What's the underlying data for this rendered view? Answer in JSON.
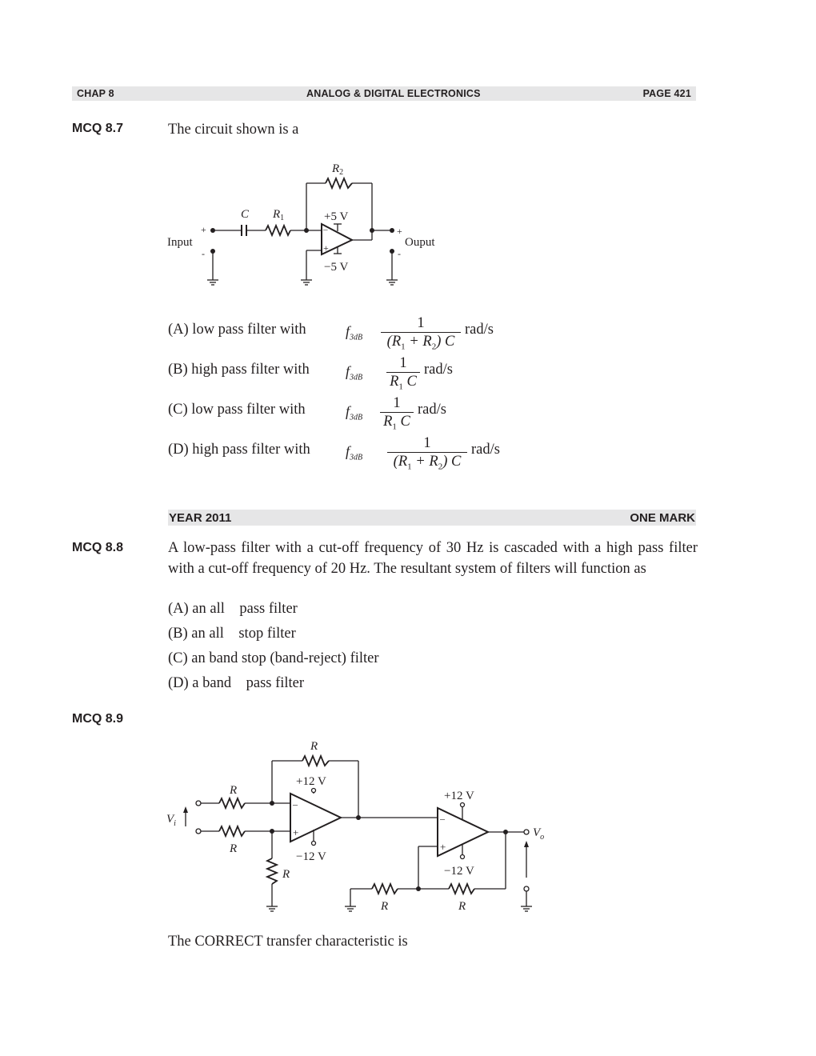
{
  "header": {
    "chapter": "CHAP 8",
    "title": "ANALOG & DIGITAL ELECTRONICS",
    "page": "PAGE 421"
  },
  "mcq_8_7": {
    "label": "MCQ 8.7",
    "question": "The circuit shown is a",
    "circuit": {
      "r2_label": "R2",
      "c_label": "C",
      "r1_label": "R1",
      "vpos": "+5 V",
      "vneg": "−5 V",
      "input_label": "Input",
      "output_label": "Ouput",
      "plus": "+",
      "minus": "-"
    },
    "options": [
      {
        "prefix": "(A) low pass filter with",
        "f": "f",
        "fsub": "3dB",
        "num": "1",
        "den": "(R1 + R2) C",
        "unit": "rad/s"
      },
      {
        "prefix": "(B) high pass filter with",
        "f": "f",
        "fsub": "3dB",
        "num": "1",
        "den": "R1 C",
        "unit": "rad/s"
      },
      {
        "prefix": "(C) low pass filter with",
        "f": "f",
        "fsub": "3dB",
        "num": "1",
        "den": "R1 C",
        "unit": "rad/s"
      },
      {
        "prefix": "(D) high pass filter with",
        "f": "f",
        "fsub": "3dB",
        "num": "1",
        "den": "(R1 + R2) C",
        "unit": "rad/s"
      }
    ]
  },
  "section": {
    "year": "YEAR 2011",
    "marks": "ONE MARK"
  },
  "mcq_8_8": {
    "label": "MCQ 8.8",
    "question": "A low-pass filter with a cut-off frequency of 30 Hz is cascaded with a high pass filter with a cut-off frequency of 20 Hz. The resultant system of filters will function as",
    "options": [
      "(A) an all    pass filter",
      "(B) an all    stop filter",
      "(C) an band stop (band-reject) filter",
      "(D) a band    pass filter"
    ]
  },
  "mcq_8_9": {
    "label": "MCQ 8.9",
    "circuit": {
      "r_label": "R",
      "vpos": "+12 V",
      "vneg": "−12 V",
      "vi_label": "V",
      "vi_sub": "i",
      "vo_label": "V",
      "vo_sub": "o"
    },
    "question": "The CORRECT transfer characteristic is"
  }
}
